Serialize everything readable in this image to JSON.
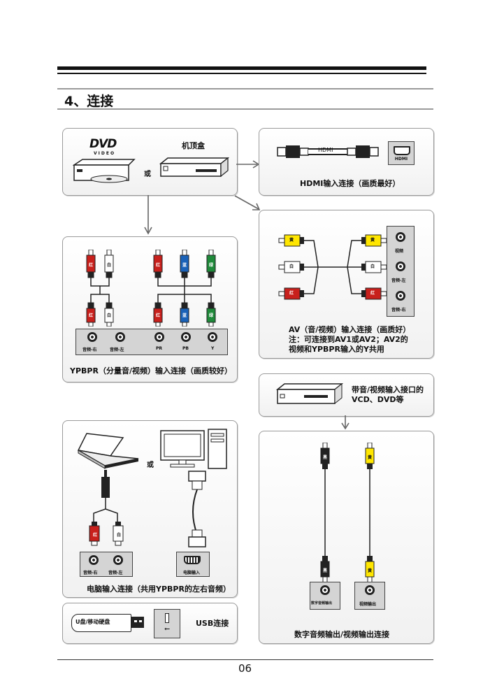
{
  "section_title": "4、连接",
  "page_number": "06",
  "source_panel": {
    "dvd_logo": "DVD",
    "dvd_sub": "VIDEO",
    "stb_label": "机顶盒",
    "or": "或"
  },
  "hdmi_panel": {
    "cable_label": "HDMI",
    "port_label": "HDMI",
    "caption": "HDMI输入连接（画质最好）"
  },
  "av_panel": {
    "plug_yellow": "黄",
    "plug_white": "白",
    "plug_red": "红",
    "jacks": [
      "视频",
      "音频-左",
      "音频-右"
    ],
    "caption_1": "AV（音/视频）输入连接（画质好）",
    "caption_2": "注：可连接到AV1或AV2；AV2的",
    "caption_3": "视频和YPBPR输入的Y共用"
  },
  "ypbpr_panel": {
    "plugs_top": [
      "红",
      "白",
      "红",
      "蓝",
      "绿"
    ],
    "plugs_bottom": [
      "红",
      "白",
      "红",
      "蓝",
      "绿"
    ],
    "jacks": [
      "音频-右",
      "音频-左",
      "PR",
      "PB",
      "Y"
    ],
    "caption": "YPBPR（分量音/视频）输入连接（画质较好）"
  },
  "vcd_panel": {
    "caption_1": "带音/视频输入接口的",
    "caption_2": "VCD、DVD等"
  },
  "pc_panel": {
    "or": "或",
    "plugs": [
      "红",
      "白"
    ],
    "jacks": [
      "音频-右",
      "音频-左"
    ],
    "vga_label": "电脑输入",
    "caption": "电脑输入连接（共用YPBPR的左右音频）"
  },
  "usb_panel": {
    "drive_label": "U盘/移动硬盘",
    "caption": "USB连接"
  },
  "output_panel": {
    "plugs": [
      "黑",
      "黄"
    ],
    "jacks": [
      "数字音频输出",
      "视频输出"
    ],
    "caption": "数字音频输出/视频输出连接"
  },
  "colors": {
    "red": "#c8201c",
    "white": "#ffffff",
    "blue": "#1a62b8",
    "green": "#1f8a3a",
    "yellow": "#ffe600",
    "black": "#222222",
    "panel_border": "#9a9a9a"
  }
}
